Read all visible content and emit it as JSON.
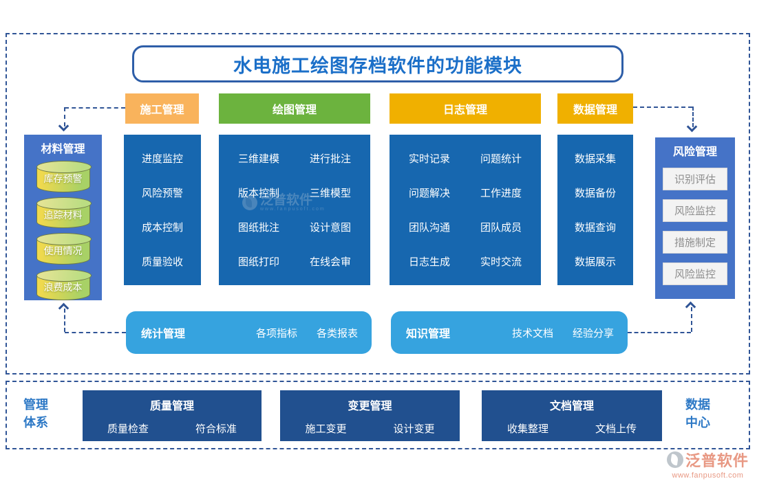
{
  "title": "水电施工绘图存档软件的功能模块",
  "colors": {
    "dashed_border": "#2F5496",
    "header_orange": "#F9B35C",
    "header_green": "#6CB33E",
    "header_gold": "#F0B000",
    "column_blue": "#1767AF",
    "side_box_blue": "#4573C7",
    "skyblue": "#36A3DF",
    "navy": "#21508F",
    "label_blue": "#2E79C6",
    "logo_salmon": "#E89883"
  },
  "headers": {
    "construction": "施工管理",
    "drawing": "绘图管理",
    "log": "日志管理",
    "data": "数据管理"
  },
  "material": {
    "title": "材料管理",
    "items": [
      "库存预警",
      "追踪材料",
      "使用情况",
      "浪费成本"
    ]
  },
  "risk": {
    "title": "风险管理",
    "items": [
      "识别评估",
      "风险监控",
      "措施制定",
      "风险监控"
    ]
  },
  "columns": {
    "construction": [
      "进度监控",
      "风险预警",
      "成本控制",
      "质量验收"
    ],
    "drawing": [
      "三维建模",
      "进行批注",
      "版本控制",
      "三维模型",
      "图纸批注",
      "设计意图",
      "图纸打印",
      "在线会审"
    ],
    "log": [
      "实时记录",
      "问题统计",
      "问题解决",
      "工作进度",
      "团队沟通",
      "团队成员",
      "日志生成",
      "实时交流"
    ],
    "data": [
      "数据采集",
      "数据备份",
      "数据查询",
      "数据展示"
    ]
  },
  "stats": {
    "title": "统计管理",
    "items": [
      "各项指标",
      "各类报表"
    ]
  },
  "knowledge": {
    "title": "知识管理",
    "items": [
      "技术文档",
      "经验分享"
    ]
  },
  "management_system": {
    "line1": "管理",
    "line2": "体系"
  },
  "data_center": {
    "line1": "数据",
    "line2": "中心"
  },
  "quality": {
    "title": "质量管理",
    "items": [
      "质量检查",
      "符合标准"
    ]
  },
  "change": {
    "title": "变更管理",
    "items": [
      "施工变更",
      "设计变更"
    ]
  },
  "document": {
    "title": "文档管理",
    "items": [
      "收集整理",
      "文档上传"
    ]
  },
  "watermark": {
    "name": "泛普软件",
    "url": "www.fanpusoft.com"
  }
}
